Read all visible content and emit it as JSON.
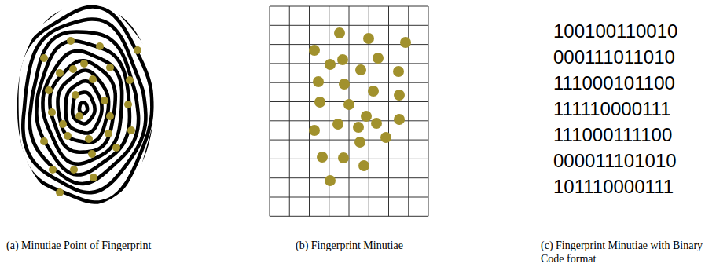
{
  "diagram": {
    "labels": [
      "100100110010",
      "000111011010",
      "111000101100",
      "111110000111",
      "111000111100",
      "000011101010",
      "101110000111",
      "(a) Minutiae Point of Fingerprint",
      "(b) Fingerprint Minutiae",
      "(c) Fingerprint Minutiae with Binary Code format"
    ]
  }
}
